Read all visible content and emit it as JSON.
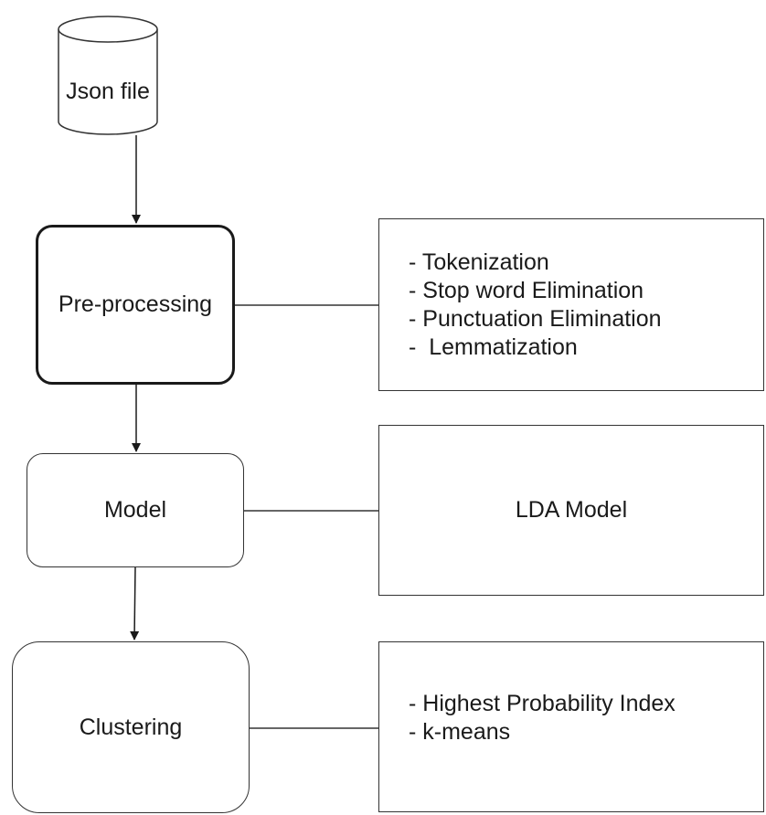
{
  "nodes": {
    "source": {
      "label": "Json file",
      "icon": "database-cylinder-icon"
    },
    "preprocessing": {
      "label": "Pre-processing"
    },
    "model": {
      "label": "Model"
    },
    "clustering": {
      "label": "Clustering"
    }
  },
  "notes": {
    "preprocessing_steps": [
      "- Tokenization",
      "- Stop word Elimination",
      "- Punctuation Elimination",
      "-  Lemmatization"
    ],
    "model_detail": "LDA Model",
    "clustering_methods": [
      "- Highest Probability Index",
      "- k-means"
    ]
  },
  "colors": {
    "stroke": "#333333",
    "background": "#ffffff",
    "text": "#1a1a1a"
  }
}
